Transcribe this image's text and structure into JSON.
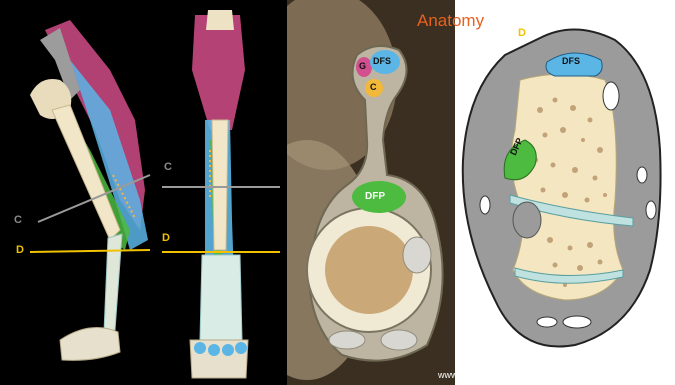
{
  "title": "Anatomy",
  "credit": "www.imaios.com",
  "levels": {
    "c_label": "C",
    "d_label": "D"
  },
  "photo_section": {
    "c_label": "C",
    "tendons": [
      "G",
      "DFS",
      "C",
      "DFP"
    ]
  },
  "diagram_section": {
    "d_label": "D",
    "tendons": [
      "DFS",
      "DFP"
    ]
  },
  "colors": {
    "title": "#e8611f",
    "level_c_line": "#9a9a9a",
    "level_d_line": "#f2c200",
    "dfs": "#5bb6e6",
    "dfp": "#4cbb3f",
    "gastrocnemius": "#d2508f",
    "calcaneal": "#f2b83a",
    "bone": "#f1e6c8",
    "muscle": "#c4487f"
  }
}
